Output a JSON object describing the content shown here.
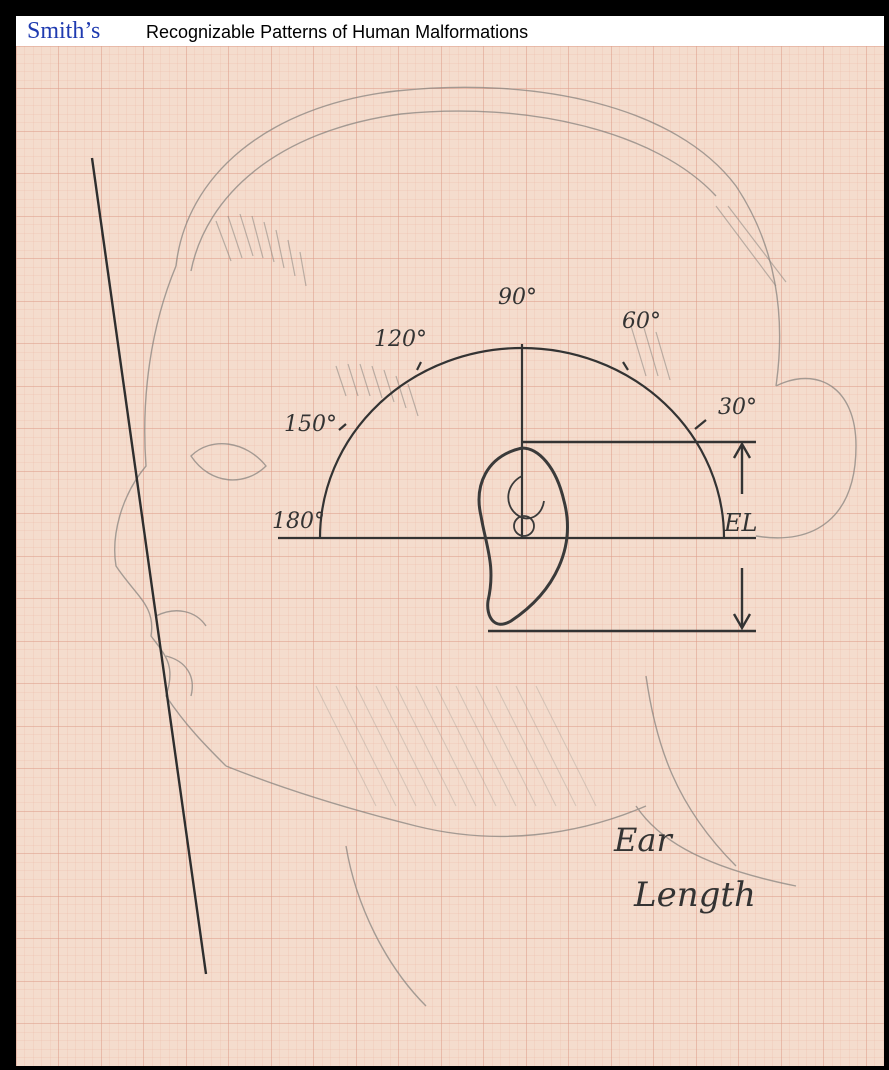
{
  "header": {
    "brand": "Smith’s",
    "title": "Recognizable Patterns of Human Malformations"
  },
  "figure": {
    "angle_labels": [
      "180°",
      "150°",
      "120°",
      "90°",
      "60°",
      "30°"
    ],
    "ear_length_abbrev": "EL",
    "caption_line1": "Ear",
    "caption_line2": "Length",
    "paper_color": "#f4dccd",
    "grid_color": "#e9a995",
    "pencil_color": "#3a3a3a"
  }
}
